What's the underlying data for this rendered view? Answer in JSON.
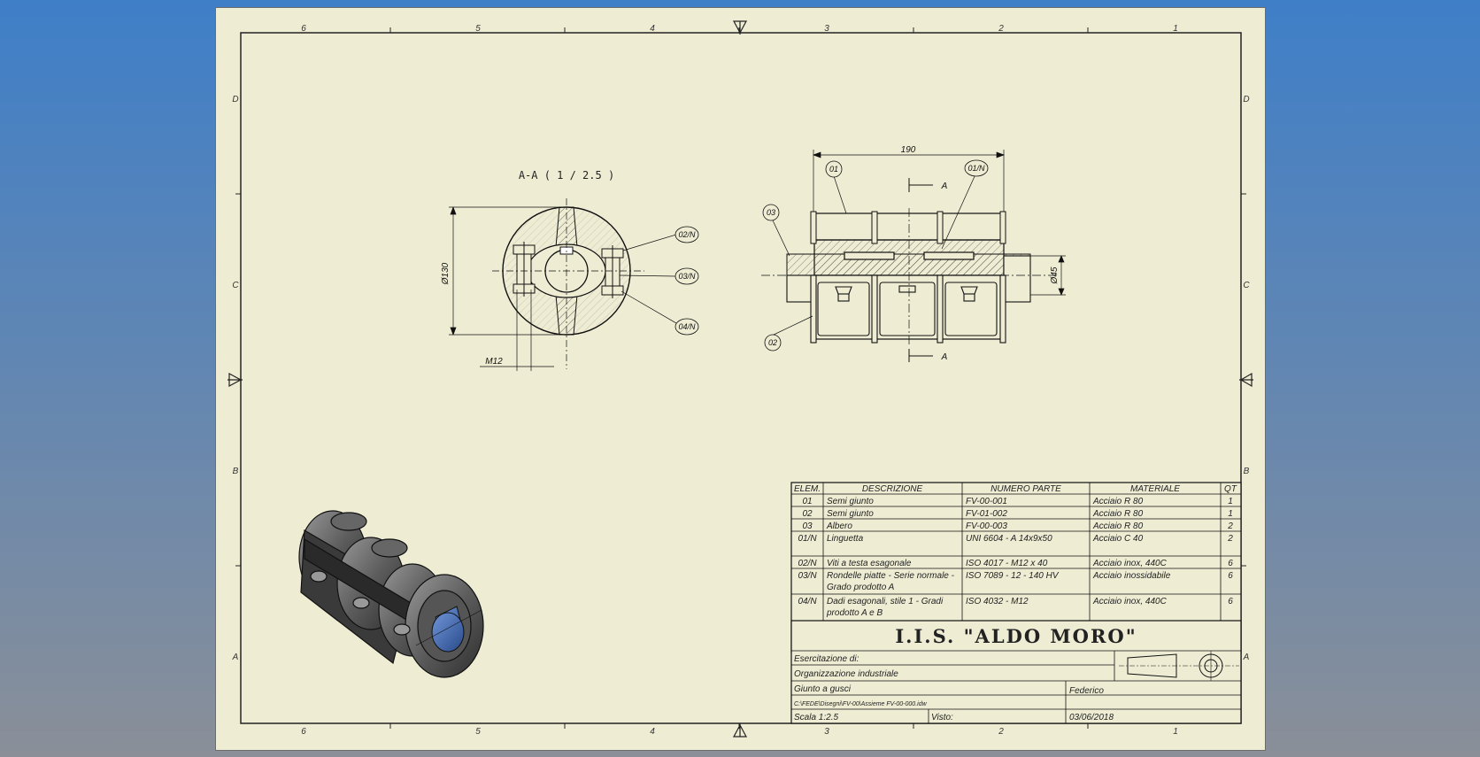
{
  "sheet": {
    "zones_horizontal": [
      "6",
      "5",
      "4",
      "3",
      "2",
      "1"
    ],
    "zones_vertical": [
      "D",
      "C",
      "B",
      "A"
    ]
  },
  "section_view": {
    "title": "A-A ( 1 / 2.5 )",
    "dim_diameter": "Ø130",
    "dim_thread": "M12",
    "balloons": [
      "02/N",
      "03/N",
      "04/N"
    ]
  },
  "front_view": {
    "dim_length": "190",
    "dim_shaft": "Ø45",
    "cut_label": "A",
    "balloons": [
      "01",
      "01/N",
      "03",
      "02"
    ]
  },
  "bom": {
    "headers": [
      "ELEM.",
      "DESCRIZIONE",
      "NUMERO PARTE",
      "MATERIALE",
      "QT"
    ],
    "rows": [
      {
        "elem": "01",
        "desc1": "Semi giunto",
        "desc2": "",
        "part": "FV-00-001",
        "mat": "Acciaio R 80",
        "qt": "1"
      },
      {
        "elem": "02",
        "desc1": "Semi giunto",
        "desc2": "",
        "part": "FV-01-002",
        "mat": "Acciaio R 80",
        "qt": "1"
      },
      {
        "elem": "03",
        "desc1": "Albero",
        "desc2": "",
        "part": "FV-00-003",
        "mat": "Acciaio R 80",
        "qt": "2"
      },
      {
        "elem": "01/N",
        "desc1": "Linguetta",
        "desc2": "",
        "part": "UNI 6604 - A 14x9x50",
        "mat": "Acciaio C 40",
        "qt": "2"
      },
      {
        "elem": "02/N",
        "desc1": "Viti a testa esagonale",
        "desc2": "",
        "part": "ISO 4017 - M12 x 40",
        "mat": "Acciaio inox, 440C",
        "qt": "6"
      },
      {
        "elem": "03/N",
        "desc1": "Rondelle piatte - Serie normale -",
        "desc2": "Grado prodotto A",
        "part": "ISO 7089 - 12 - 140 HV",
        "mat": "Acciaio inossidabile",
        "qt": "6"
      },
      {
        "elem": "04/N",
        "desc1": "Dadi esagonali, stile 1 - Gradi",
        "desc2": "prodotto A e B",
        "part": "ISO 4032 - M12",
        "mat": "Acciaio inox, 440C",
        "qt": "6"
      }
    ]
  },
  "title_block": {
    "school": "I.I.S. \"ALDO MORO\"",
    "exercise": "Esercitazione di:",
    "subject": "Organizzazione industriale",
    "drawing_title": "Giunto a gusci",
    "author": "Federico",
    "file_path": "C:\\FEDE\\Disegni\\FV-00\\Assieme FV-00-000.idw",
    "scale": "Scala 1:2.5",
    "checked": "Visto:",
    "date": "03/06/2018"
  }
}
